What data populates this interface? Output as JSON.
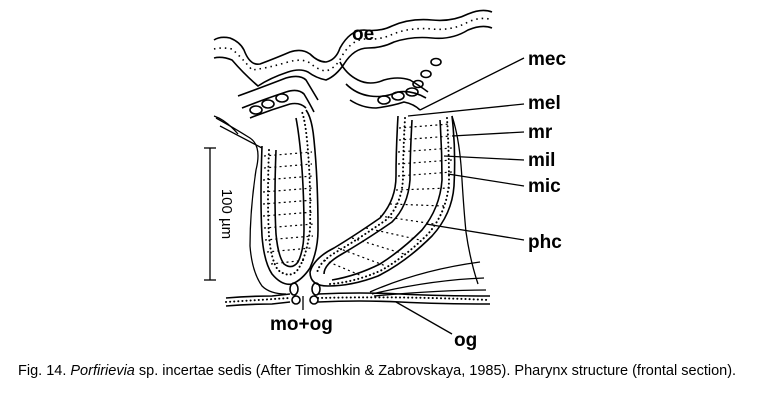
{
  "labels": {
    "oe": "oe",
    "mec": "mec",
    "mel": "mel",
    "mr": "mr",
    "mil": "mil",
    "mic": "mic",
    "phc": "phc",
    "mo_og": "mo+og",
    "og": "og"
  },
  "scale_bar": "100 µm",
  "caption": {
    "fig": "Fig. 14.",
    "genus": "Porfirievia",
    "rest": " sp. incertae sedis (After Timoshkin & Zabrovskaya, 1985). Pharynx structure (frontal section)."
  }
}
